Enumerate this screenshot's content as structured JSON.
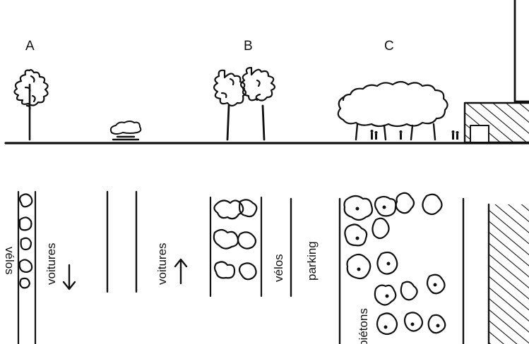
{
  "section_labels": {
    "a": "A",
    "b": "B",
    "c": "C"
  },
  "plan_labels": {
    "velos_left": "vélos",
    "voitures_down": "voitures",
    "voitures_up": "voitures",
    "velos_mid": "vélos",
    "parking": "parking",
    "pietons": "piétons"
  },
  "arrows": {
    "down": "↓",
    "up": "↑"
  }
}
